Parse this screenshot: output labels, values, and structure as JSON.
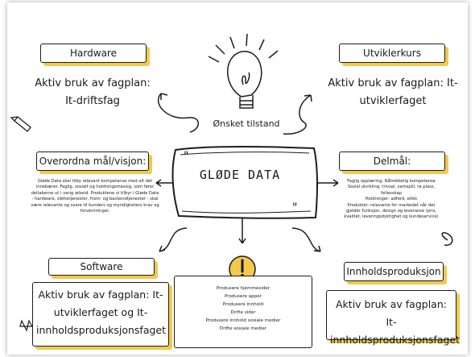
{
  "hardware": {
    "title": "Hardware",
    "description": "Aktiv bruk av fagplan: It-driftsfag"
  },
  "developer_course": {
    "title": "Utviklerkurs",
    "description": "Aktiv bruk av fagplan: It-utviklerfaget"
  },
  "desired_state": {
    "label": "Ønsket tilstand"
  },
  "center": {
    "title": "GLØDE DATA",
    "quote_open": "\"",
    "quote_close": "\""
  },
  "goals": {
    "title": "Overordna mål/visjon:",
    "text": "Gløde Data skal tilby relevant kompetanse med alt det innebærer. Faglig, sosialt og holdningsmessig, som fører deltakerne ut i varig arbeid. Produktene vi tilbyr i Gløde Data - hardware, slettetjenester, front- og backendtjenester - skal være relevante og svare til kunders og myndigheters krav og forventninger."
  },
  "sub_goals": {
    "title": "Delmål:",
    "lines": [
      "Faglig opplæring: Nåtrekkelig kompetanse",
      "Sosial utvikling: trivsel, samspill, ta plass,",
      "fellesskap",
      "Holdninger: adferd, etikk",
      "Produkter: relevante for markedet når det",
      "gjelder funksjon, design og leveranse (pris,",
      "kvalitet, leveringsdyktighet og kundeservice)"
    ]
  },
  "software": {
    "title": "Software",
    "description": "Aktiv bruk av fagplan: It-utviklerfaget og It-innholdsproduksjonsfaget"
  },
  "content_production": {
    "title": "Innholdsproduksjon",
    "description": "Aktiv bruk av fagplan: It-innholdsproduksjonsfaget"
  },
  "activities": {
    "items": [
      "Produsere hjemmesider",
      "Produsere apper",
      "Produsere innhold",
      "Drifte sider",
      "Produsere innhold sosiale medier",
      "Drifte sosiale medier"
    ]
  },
  "colors": {
    "accent": "#f2c94c",
    "ink": "#1c1c1c"
  },
  "icons": [
    "lightbulb-icon",
    "pencil-icon",
    "exclamation-icon",
    "star-doodle-icon"
  ]
}
